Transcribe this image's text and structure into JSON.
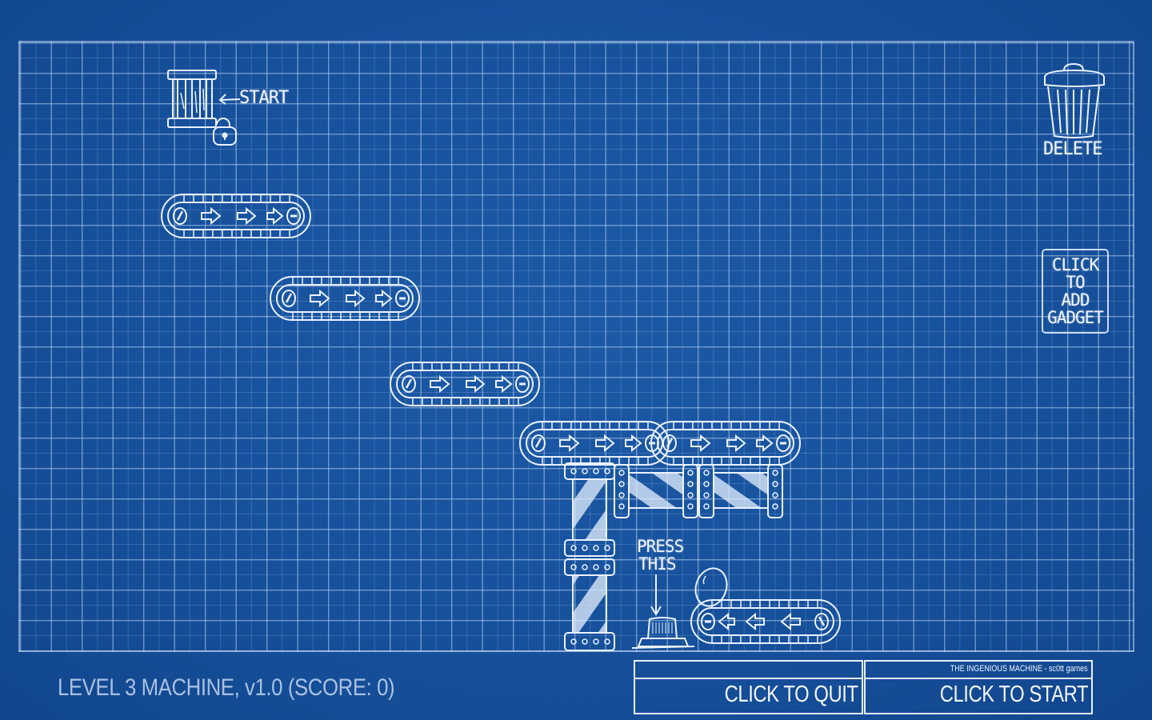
{
  "game": {
    "title": "THE INGENIOUS MACHINE - sc0tt games",
    "status": "LEVEL 3 MACHINE, v1.0 (SCORE: 0)",
    "level": 3,
    "version": "v1.0",
    "score": 0
  },
  "canvas": {
    "start_label": "START",
    "press_label_line1": "PRESS",
    "press_label_line2": "THIS"
  },
  "tools": {
    "delete_label": "DELETE",
    "add_gadget_lines": [
      "CLICK",
      "TO",
      "ADD",
      "GADGET"
    ]
  },
  "buttons": {
    "quit_label": "CLICK TO QUIT",
    "start_label": "CLICK TO START"
  },
  "gadgets": [
    {
      "type": "start-gate",
      "locked": true
    },
    {
      "type": "conveyor",
      "direction": "right"
    },
    {
      "type": "conveyor",
      "direction": "right"
    },
    {
      "type": "conveyor",
      "direction": "right"
    },
    {
      "type": "conveyor",
      "direction": "right"
    },
    {
      "type": "conveyor",
      "direction": "right"
    },
    {
      "type": "conveyor",
      "direction": "left"
    },
    {
      "type": "striped-post",
      "orientation": "vertical"
    },
    {
      "type": "striped-post",
      "orientation": "horizontal"
    },
    {
      "type": "striped-post",
      "orientation": "horizontal"
    },
    {
      "type": "push-button"
    },
    {
      "type": "egg"
    }
  ],
  "colors": {
    "background": "#17519c",
    "line": "#e9f1ff",
    "grid": "#9fc0ea",
    "status_text": "#a9c1e2"
  }
}
